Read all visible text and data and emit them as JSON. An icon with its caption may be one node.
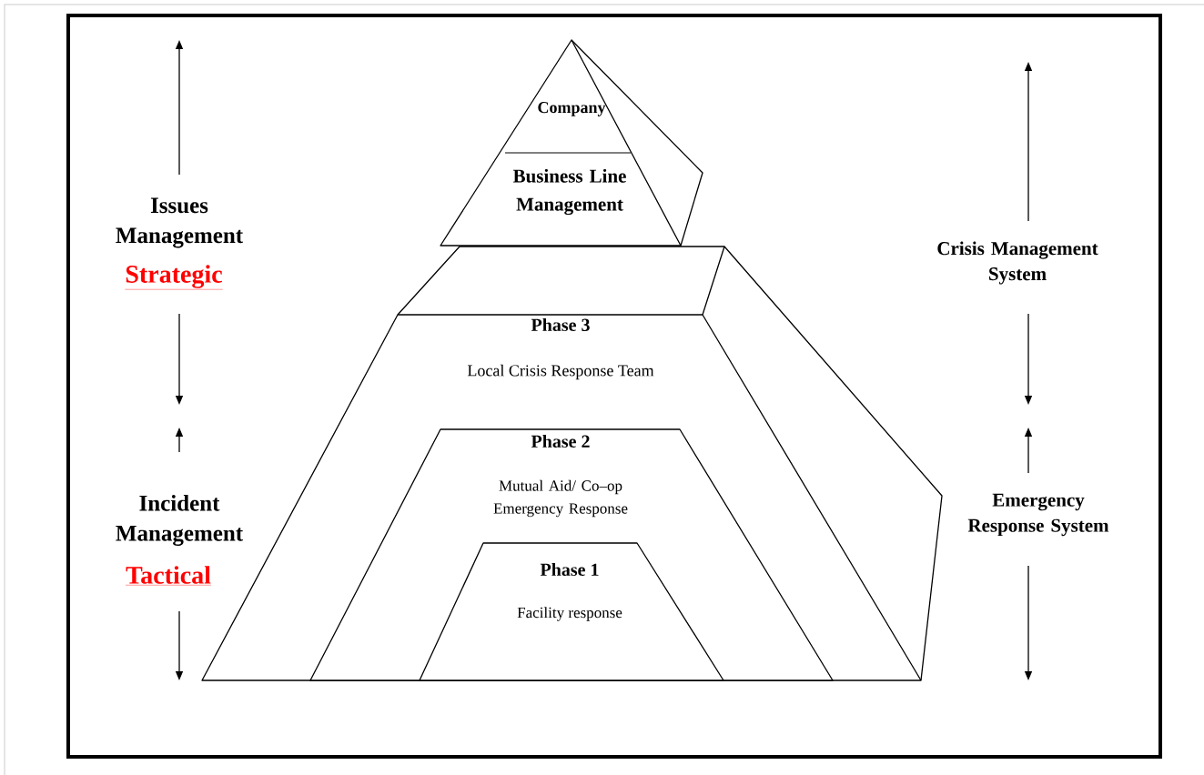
{
  "diagram": {
    "nodes": [
      {
        "text": [
          "Company",
          "Business Line Management"
        ]
      },
      {
        "text": [
          "Phase 3",
          "Local Crisis Response Team"
        ]
      },
      {
        "text": [
          "Phase 2",
          "Mutual Aid/ Co–op Emergency Response"
        ],
        "in": 1
      },
      {
        "text": [
          "Phase 1",
          "Facility response"
        ],
        "in": 2
      }
    ],
    "labels": [
      "Issues Management",
      "Strategic",
      "Incident Management",
      "Tactical",
      "Crisis Management System",
      "Emergency Response System"
    ]
  }
}
